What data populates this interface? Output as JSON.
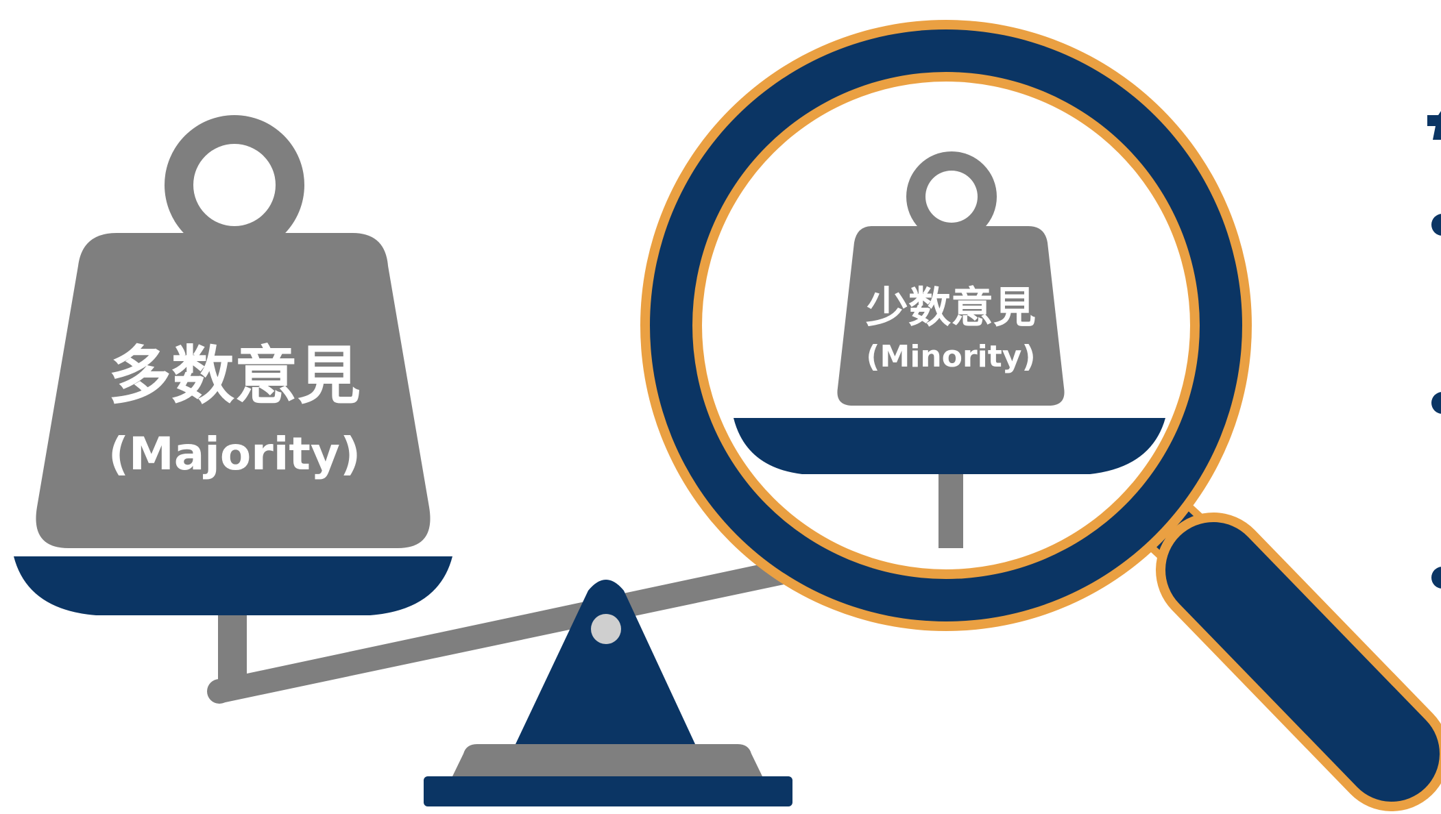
{
  "majority_weight": {
    "label_jp": "多数意見",
    "label_en": "(Majority)"
  },
  "minority_weight": {
    "label_jp": "少数意見",
    "label_en": "(Minority)"
  },
  "colors": {
    "navy": "#0b3564",
    "gray": "#7f7f7f",
    "light_gray": "#cfcfcf",
    "orange": "#eaa042",
    "background": "#ffffff"
  }
}
